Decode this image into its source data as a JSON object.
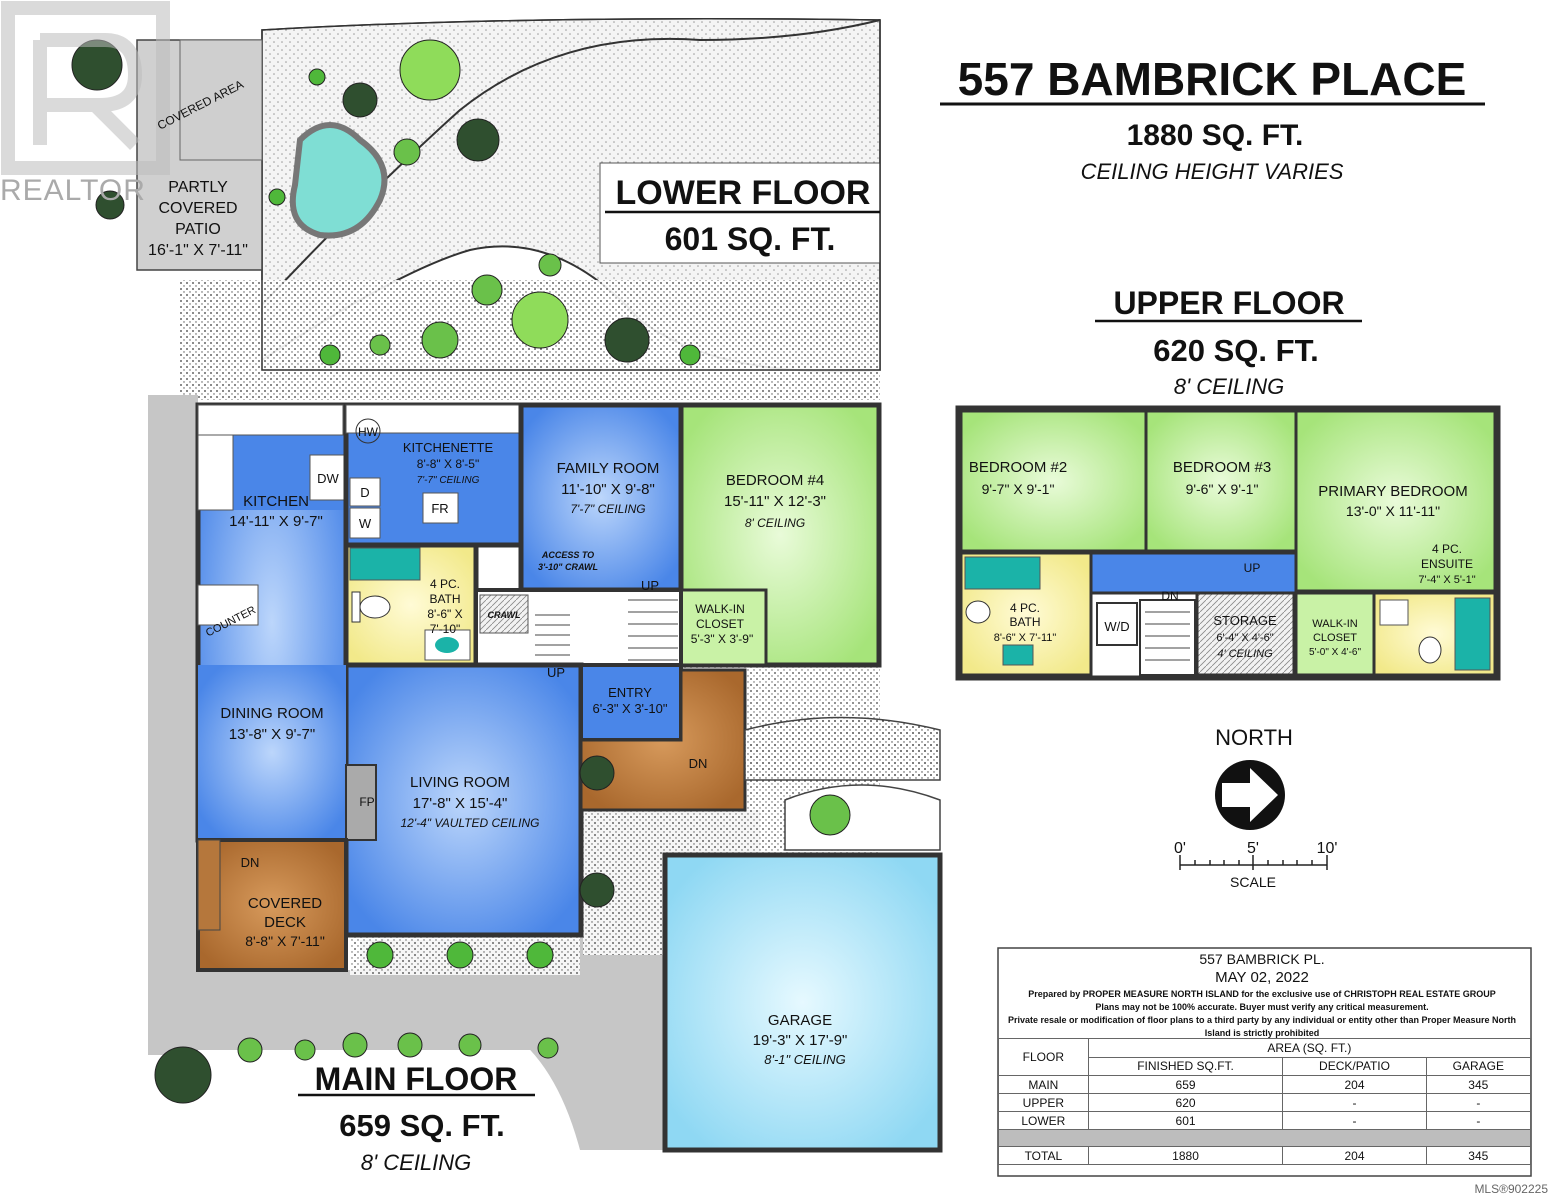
{
  "logo": {
    "text": "REALTOR"
  },
  "title": {
    "address": "557 BAMBRICK PLACE",
    "total_area": "1880 SQ. FT.",
    "ceiling": "CEILING HEIGHT VARIES"
  },
  "lower_floor": {
    "name": "LOWER FLOOR",
    "area": "601 SQ. FT."
  },
  "upper_floor": {
    "name": "UPPER FLOOR",
    "area": "620 SQ. FT.",
    "ceiling": "8' CEILING"
  },
  "main_floor": {
    "name": "MAIN FLOOR",
    "area": "659 SQ. FT.",
    "ceiling": "8' CEILING"
  },
  "exterior": {
    "covered_area": "COVERED AREA",
    "patio": {
      "line1": "PARTLY",
      "line2": "COVERED",
      "line3": "PATIO",
      "dims": "16'-1\" X 7'-11\""
    }
  },
  "main_rooms": {
    "kitchen": {
      "name": "KITCHEN",
      "dims": "14'-11\" X 9'-7\""
    },
    "kitchenette": {
      "name": "KITCHENETTE",
      "dims": "8'-8\" X 8'-5\"",
      "ceiling": "7'-7\" CEILING"
    },
    "family": {
      "name": "FAMILY ROOM",
      "dims": "11'-10\" X 9'-8\"",
      "ceiling": "7'-7\" CEILING"
    },
    "bedroom4": {
      "name": "BEDROOM #4",
      "dims": "15'-11\" X 12'-3\"",
      "ceiling": "8' CEILING"
    },
    "bath": {
      "line1": "4 PC.",
      "line2": "BATH",
      "line3": "8'-6\" X",
      "line4": "7'-10\""
    },
    "walkin": {
      "line1": "WALK-IN",
      "line2": "CLOSET",
      "dims": "5'-3\" X 3'-9\""
    },
    "dining": {
      "name": "DINING ROOM",
      "dims": "13'-8\" X 9'-7\""
    },
    "living": {
      "name": "LIVING ROOM",
      "dims": "17'-8\" X 15'-4\"",
      "ceiling": "12'-4\" VAULTED CEILING"
    },
    "entry": {
      "name": "ENTRY",
      "dims": "6'-3\" X 3'-10\""
    },
    "deck": {
      "line1": "COVERED",
      "line2": "DECK",
      "dims": "8'-8\" X 7'-11\""
    },
    "garage": {
      "name": "GARAGE",
      "dims": "19'-3\" X 17'-9\"",
      "ceiling": "8'-1\" CEILING"
    },
    "labels": {
      "hw": "HW",
      "dw": "DW",
      "d": "D",
      "w": "W",
      "fr": "FR",
      "fp": "FP",
      "counter": "COUNTER",
      "crawl": "CRAWL",
      "access1": "ACCESS TO",
      "access2": "3'-10\" CRAWL",
      "up": "UP",
      "dn": "DN"
    }
  },
  "upper_rooms": {
    "bedroom2": {
      "name": "BEDROOM #2",
      "dims": "9'-7\" X 9'-1\""
    },
    "bedroom3": {
      "name": "BEDROOM #3",
      "dims": "9'-6\" X 9'-1\""
    },
    "primary": {
      "name": "PRIMARY BEDROOM",
      "dims": "13'-0\" X 11'-11\""
    },
    "ensuite": {
      "line1": "4 PC.",
      "line2": "ENSUITE",
      "dims": "7'-4\" X 5'-1\""
    },
    "bath": {
      "line1": "4 PC.",
      "line2": "BATH",
      "dims": "8'-6\" X 7'-11\""
    },
    "storage": {
      "name": "STORAGE",
      "dims": "6'-4\" X 4'-6\"",
      "ceiling": "4' CEILING"
    },
    "walkin": {
      "line1": "WALK-IN",
      "line2": "CLOSET",
      "dims": "5'-0\" X 4'-6\""
    },
    "wd": "W/D",
    "dn": "DN",
    "up": "UP"
  },
  "compass": {
    "label": "NORTH",
    "scale": {
      "zero": "0'",
      "five": "5'",
      "ten": "10'",
      "label": "SCALE"
    }
  },
  "info_box": {
    "address": "557 BAMBRICK PL.",
    "date": "MAY 02, 2022",
    "line1": "Prepared by PROPER MEASURE NORTH ISLAND for the exclusive use of CHRISTOPH REAL ESTATE GROUP",
    "line2": "Plans may not be 100% accurate.  Buyer must verify any critical measurement.",
    "line3": "Private resale  or modification of floor plans to a third party by any individual or entity other than Proper Measure North",
    "line4": "Island is strictly prohibited",
    "table": {
      "floor_header": "FLOOR",
      "area_header": "AREA (SQ. FT.)",
      "columns": [
        "FINISHED SQ.FT.",
        "DECK/PATIO",
        "GARAGE"
      ],
      "rows": [
        {
          "floor": "MAIN",
          "finished": "659",
          "deck": "204",
          "garage": "345"
        },
        {
          "floor": "UPPER",
          "finished": "620",
          "deck": "-",
          "garage": "-"
        },
        {
          "floor": "LOWER",
          "finished": "601",
          "deck": "-",
          "garage": "-"
        }
      ],
      "total": {
        "floor": "TOTAL",
        "finished": "1880",
        "deck": "204",
        "garage": "345"
      }
    }
  },
  "watermark": "MLS®902225",
  "colors": {
    "blue": "#4a86e8",
    "green": "#b6ec8c",
    "yellow": "#f6f09a",
    "wood": "#b5773c",
    "gray": "#c0c0c0",
    "garage": "#9fe0f6"
  }
}
